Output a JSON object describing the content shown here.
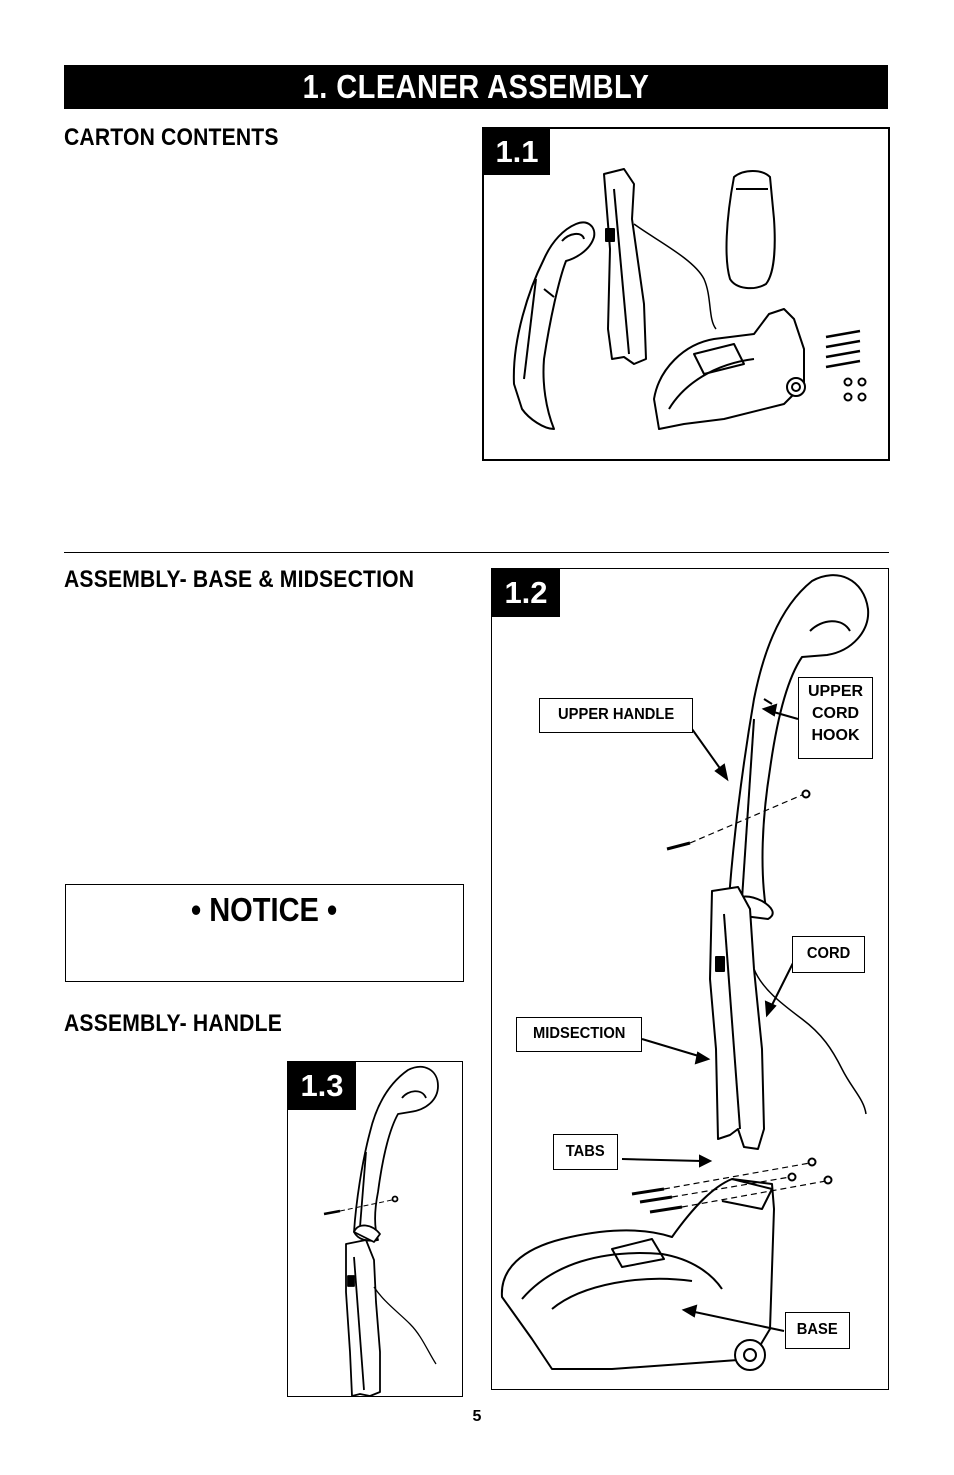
{
  "page": {
    "title": "1. CLEANER ASSEMBLY",
    "page_number": "5"
  },
  "sections": {
    "carton_contents": "CARTON CONTENTS",
    "assembly_base": "ASSEMBLY- BASE & MIDSECTION",
    "assembly_handle": "ASSEMBLY- HANDLE"
  },
  "notice": {
    "title": "• NOTICE •"
  },
  "figures": {
    "fig_1_1": {
      "label": "1.1"
    },
    "fig_1_2": {
      "label": "1.2",
      "callouts": {
        "upper_handle": "UPPER HANDLE",
        "upper_cord_hook_1": "UPPER",
        "upper_cord_hook_2": "CORD",
        "upper_cord_hook_3": "HOOK",
        "cord": "CORD",
        "midsection": "MIDSECTION",
        "tabs": "TABS",
        "base": "BASE"
      }
    },
    "fig_1_3": {
      "label": "1.3"
    }
  }
}
